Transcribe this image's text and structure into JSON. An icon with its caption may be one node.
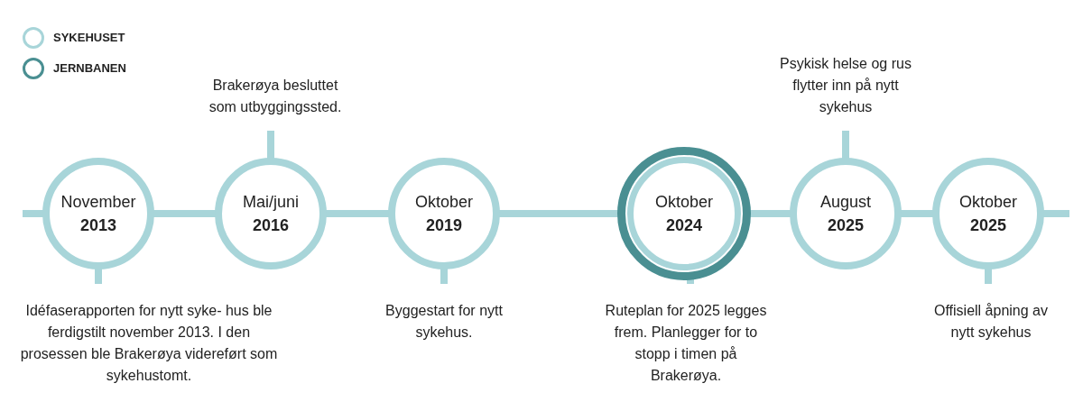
{
  "diagram": {
    "nodes": [
      {
        "text": [
          "November",
          "2013"
        ]
      },
      {
        "text": [
          "Mai/juni",
          "2016"
        ]
      },
      {
        "text": [
          "Oktober",
          "2019"
        ]
      },
      {
        "text": [],
        "shape": "circle"
      },
      {
        "text": [
          "Oktober",
          "2024"
        ],
        "in": 3
      },
      {
        "text": [
          "August",
          "2025"
        ]
      },
      {
        "text": [
          "Oktober",
          "2025"
        ]
      },
      {
        "text": [
          "Idéfaserapporten for nytt syke- hus ble ferdigstilt november 2013. I den prosessen ble Brakerøya videreført som sykehustomt."
        ]
      },
      {
        "text": [
          "Brakerøya besluttet som utbyggingssted."
        ]
      },
      {
        "text": [
          "Byggestart for nytt sykehus."
        ]
      },
      {
        "text": [
          "Ruteplan for 2025 legges frem. Planlegger for to stopp i timen på Brakerøya."
        ]
      },
      {
        "text": [
          "Psykisk helse og rus flytter inn på nytt sykehus"
        ]
      },
      {
        "text": [
          "Offisiell åpning av nytt sykehus"
        ]
      }
    ],
    "edges": [
      {
        "from": null,
        "to": 0,
        "arrow": "none"
      },
      {
        "from": 0,
        "to": 1,
        "arrow": "none"
      },
      {
        "from": 1,
        "to": 2,
        "arrow": "none"
      },
      {
        "from": 2,
        "to": 3,
        "arrow": "none"
      },
      {
        "from": 3,
        "to": 5,
        "arrow": "none"
      },
      {
        "from": 5,
        "to": 6,
        "arrow": "none"
      },
      {
        "from": 6,
        "to": null,
        "arrow": "none"
      },
      {
        "from": 0,
        "to": 7,
        "arrow": "none"
      },
      {
        "from": 1,
        "to": 8,
        "arrow": "none"
      },
      {
        "from": 2,
        "to": 9,
        "arrow": "none"
      },
      {
        "from": 3,
        "to": 10,
        "arrow": "none"
      },
      {
        "from": 5,
        "to": 11,
        "arrow": "none"
      },
      {
        "from": 6,
        "to": 12,
        "arrow": "none"
      }
    ],
    "legend": [
      {
        "text": "SYKEHUSET",
        "color": "#a8d5d9"
      },
      {
        "text": "JERNBANEN",
        "color": "#4a8f92"
      }
    ]
  }
}
